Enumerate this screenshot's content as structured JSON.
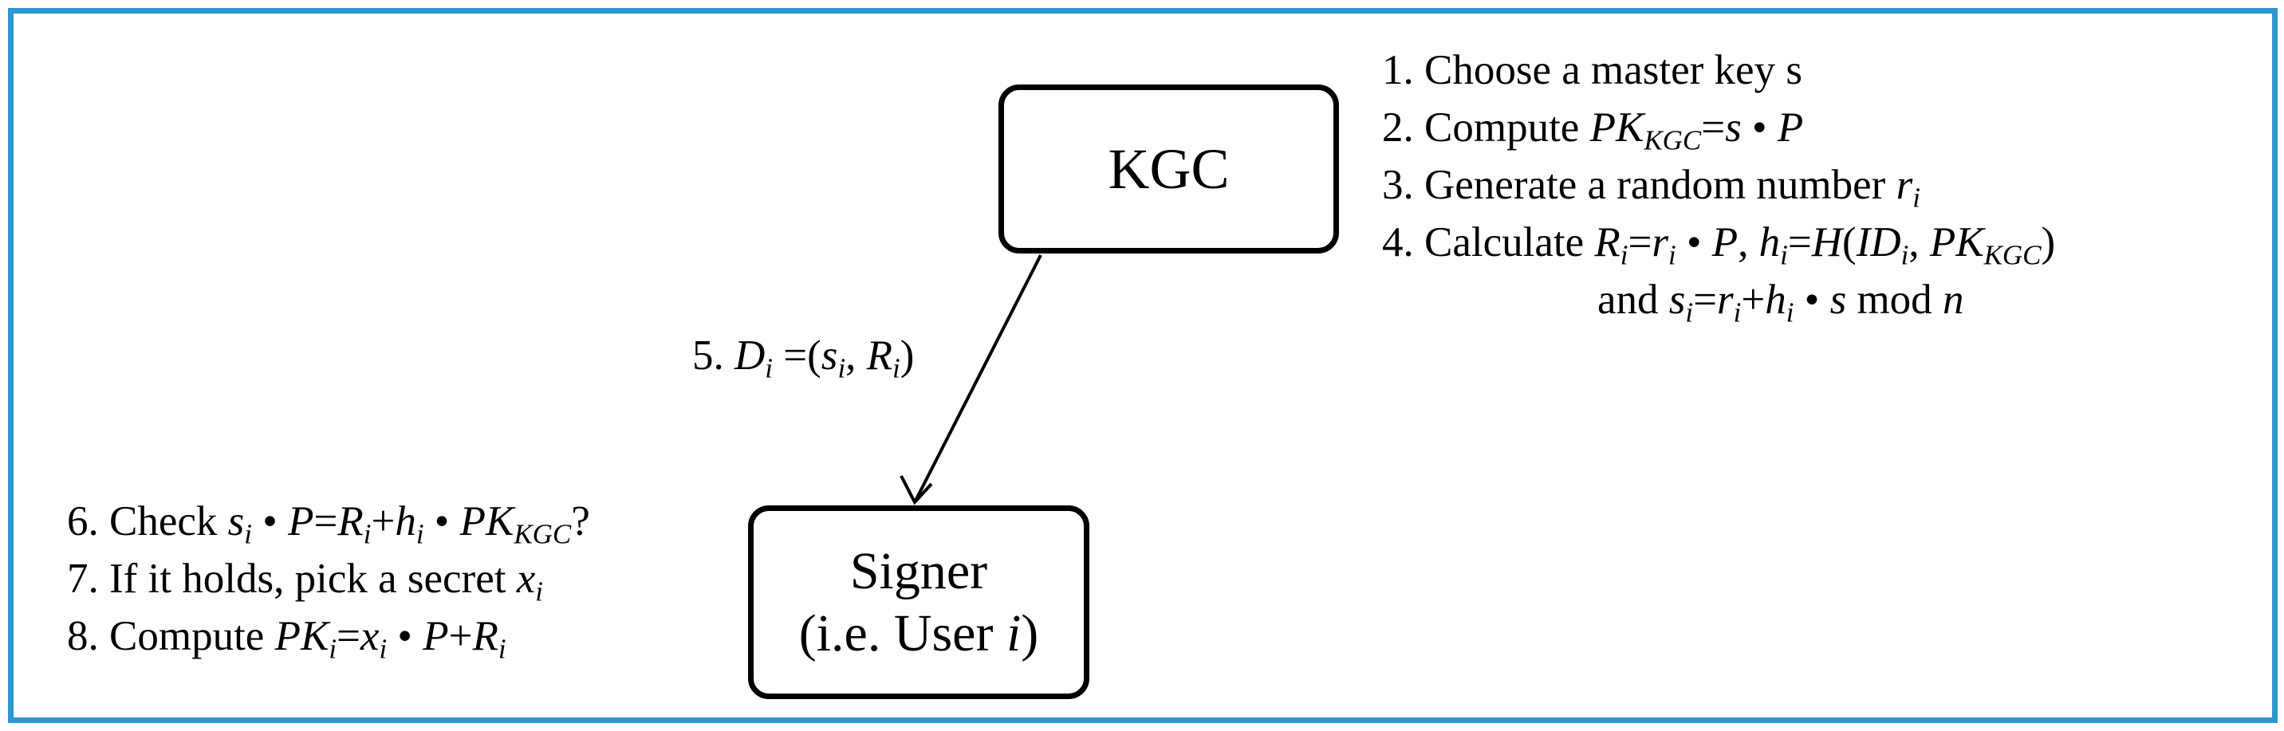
{
  "colors": {
    "frame_border": "#2e96d0",
    "node_border": "#000000",
    "text": "#000000"
  },
  "nodes": {
    "kgc": {
      "label": "KGC"
    },
    "signer": {
      "label": "Signer",
      "sublabel_prefix": "(i.e. User ",
      "sublabel_var": "i",
      "sublabel_suffix": ")"
    }
  },
  "edge": {
    "from": "kgc",
    "to": "signer",
    "label": {
      "prefix": "5. ",
      "D": "D",
      "D_sub": "i",
      "eq": " =(",
      "s": "s",
      "s_sub": "i",
      "comma": ", ",
      "R": "R",
      "R_sub": "i",
      "close": ")"
    }
  },
  "kgc_steps": {
    "step1": {
      "text": "1. Choose a master key s"
    },
    "step2": {
      "prefix": "2. Compute ",
      "PK": "PK",
      "PK_sub": "KGC",
      "eq": "=",
      "s": "s",
      "dot": " • ",
      "P": "P"
    },
    "step3": {
      "prefix": "3. Generate a random number ",
      "r": "r",
      "r_sub": "i"
    },
    "step4": {
      "prefix": "4. Calculate ",
      "R": "R",
      "R_sub": "i",
      "eq1": "=",
      "r": "r",
      "r_sub": "i",
      "dot": " • ",
      "P": "P",
      "comma": ", ",
      "h": "h",
      "h_sub": "i",
      "eq2": "=",
      "H": "H",
      "open": "(",
      "ID": "ID",
      "ID_sub": "i",
      "sep": ", ",
      "PK": "PK",
      "PK_sub": "KGC",
      "close": ")"
    },
    "step4b": {
      "prefix": "and ",
      "s": "s",
      "s_sub": "i",
      "eq": "=",
      "r": "r",
      "r_sub": "i",
      "plus": "+",
      "h": "h",
      "h_sub": "i",
      "dot": " • ",
      "s2": "s",
      "mod": " mod ",
      "n": "n"
    }
  },
  "signer_steps": {
    "step6": {
      "prefix": "6. Check ",
      "s": "s",
      "s_sub": "i",
      "dot1": " • ",
      "P": "P",
      "eq": "=",
      "R": "R",
      "R_sub": "i",
      "plus": "+",
      "h": "h",
      "h_sub": "i",
      "dot2": " • ",
      "PK": "PK",
      "PK_sub": "KGC",
      "q": "?"
    },
    "step7": {
      "prefix": "7. If it holds, pick a secret ",
      "x": "x",
      "x_sub": "i"
    },
    "step8": {
      "prefix": "8. Compute ",
      "PK": "PK",
      "PK_sub": "i",
      "eq": "=",
      "x": "x",
      "x_sub": "i",
      "dot": " • ",
      "P": "P",
      "plus": "+",
      "R": "R",
      "R_sub": "i"
    }
  }
}
